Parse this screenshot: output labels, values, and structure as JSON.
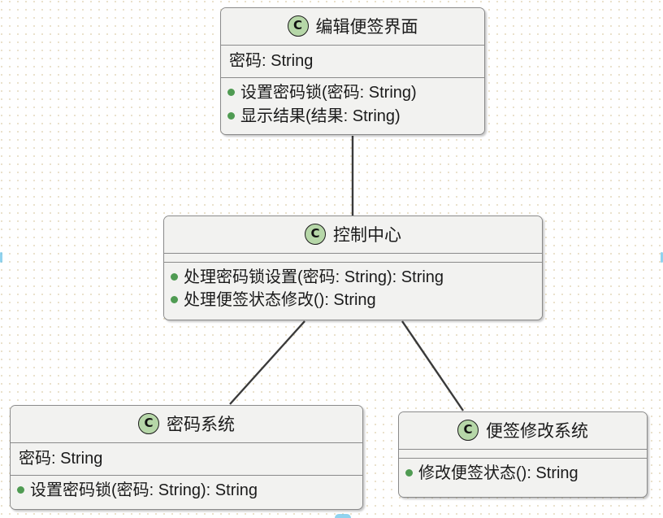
{
  "diagram": {
    "type": "uml-class-diagram",
    "background": "#ffffff",
    "grid_dot_color": "#e8dfc8",
    "stereotype_glyph": "C",
    "stereotype_fill": "#b6d7a8",
    "class_fill": "#f2f2f0",
    "border_color": "#8a8a8a",
    "bullet_color": "#4f9b52",
    "classes": [
      {
        "id": "edit-note-ui",
        "name": "编辑便签界面",
        "stereotype": "C",
        "attributes": [
          "密码: String"
        ],
        "operations": [
          "设置密码锁(密码: String)",
          "显示结果(结果: String)"
        ]
      },
      {
        "id": "control-center",
        "name": "控制中心",
        "stereotype": "C",
        "attributes": [],
        "operations": [
          "处理密码锁设置(密码: String): String",
          "处理便签状态修改(): String"
        ]
      },
      {
        "id": "password-system",
        "name": "密码系统",
        "stereotype": "C",
        "attributes": [
          "密码: String"
        ],
        "operations": [
          "设置密码锁(密码: String): String"
        ]
      },
      {
        "id": "note-edit-system",
        "name": "便签修改系统",
        "stereotype": "C",
        "attributes": [],
        "operations": [
          "修改便签状态(): String"
        ]
      }
    ],
    "connections": [
      {
        "from": "edit-note-ui",
        "to": "control-center",
        "style": "solid"
      },
      {
        "from": "control-center",
        "to": "password-system",
        "style": "solid"
      },
      {
        "from": "control-center",
        "to": "note-edit-system",
        "style": "solid"
      }
    ]
  }
}
